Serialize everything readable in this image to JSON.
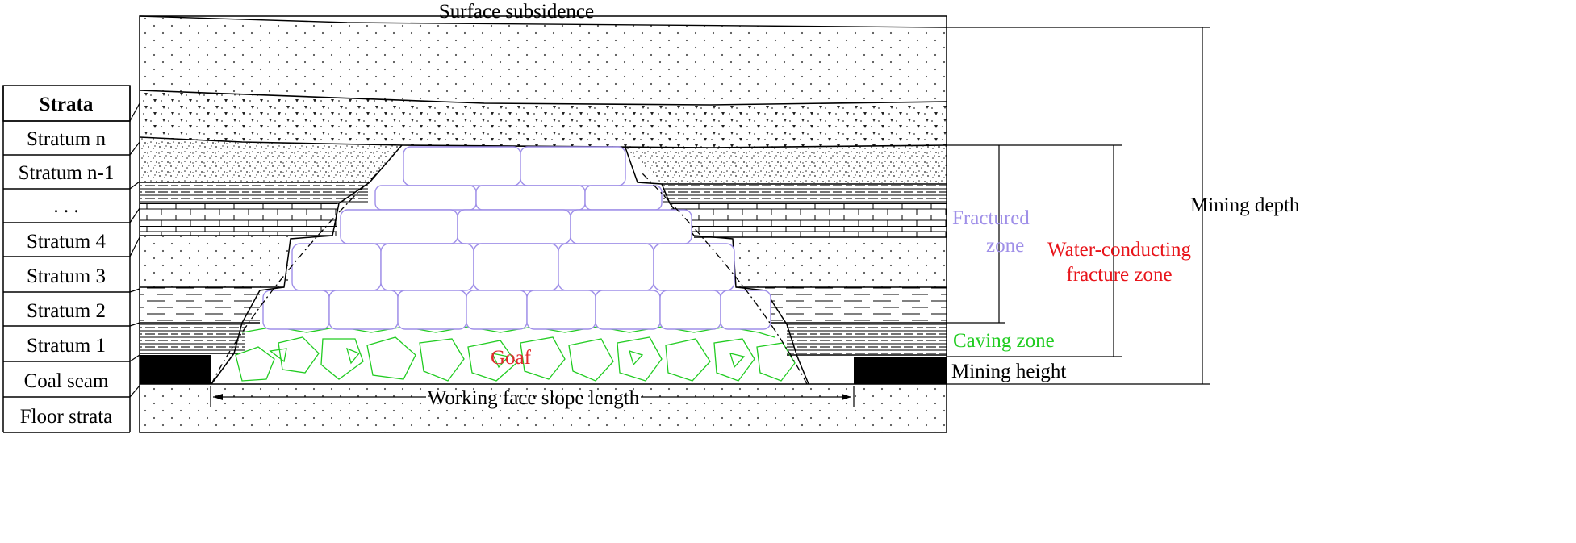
{
  "title": "Surface subsidence",
  "strata_table": {
    "header": "Strata",
    "rows": [
      "Stratum n",
      "Stratum n-1",
      ". . .",
      "Stratum 4",
      "Stratum 3",
      "Stratum 2",
      "Stratum 1",
      "Coal seam",
      "Floor strata"
    ]
  },
  "labels": {
    "goaf": "Goaf",
    "working_face": "Working face slope length",
    "fractured_zone_line1": "Fractured",
    "fractured_zone_line2": "zone",
    "water_line1": "Water-conducting",
    "water_line2": "fracture zone",
    "caving_zone": "Caving zone",
    "mining_height": "Mining height",
    "mining_depth": "Mining depth"
  },
  "colors": {
    "fractured": "#9f8fe8",
    "caving": "#22cc22",
    "water_conducting": "#e8141a",
    "goaf": "#e0282c",
    "coal": "#000000"
  }
}
